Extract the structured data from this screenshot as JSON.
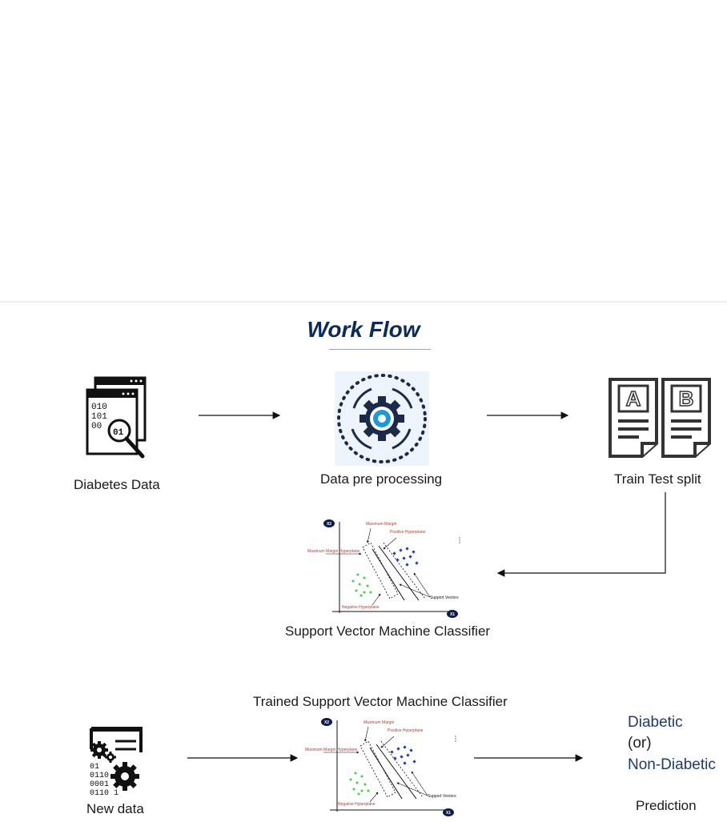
{
  "title": "Work Flow",
  "steps": {
    "diabetes_data": "Diabetes Data",
    "preprocessing": "Data pre processing",
    "split": "Train Test split",
    "classifier": "Support Vector Machine Classifier",
    "trained_classifier": "Trained Support Vector Machine Classifier",
    "new_data": "New data",
    "prediction": "Prediction"
  },
  "result": {
    "diabetic": "Diabetic",
    "or": "(or)",
    "non_diabetic": "Non-Diabetic"
  },
  "svm_plot": {
    "x_axis": "X1",
    "y_axis": "X2",
    "max_margin": "Maximum Margin",
    "positive_hyperplane": "Positive Hyperplane",
    "max_margin_hyperplane": "Maximum Margin Hyperplane",
    "negative_hyperplane": "Negative Hyperplane",
    "support_vectors": "Support Vectors"
  },
  "icon_text": {
    "binary_lines": [
      "010",
      "101",
      "00"
    ],
    "lens_digits": "01",
    "doc_a": "A",
    "doc_b": "B",
    "new_data_bits": [
      "01",
      "0110",
      "0001",
      "0110 1"
    ]
  },
  "colors": {
    "title": "#0d2a5c",
    "result_blue": "#1f3a6b",
    "svm_red": "#c0392b",
    "positive_points": "#1a3ab8",
    "negative_points": "#3fd13f",
    "gear_blue": "#1b9ad6"
  }
}
